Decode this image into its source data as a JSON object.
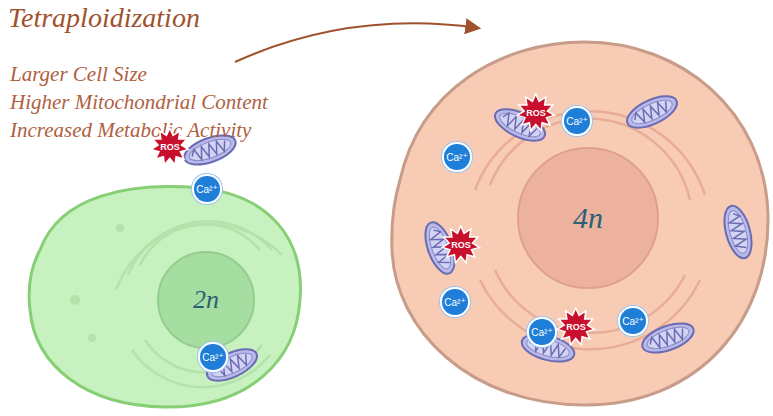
{
  "diagram": {
    "title": "Tetraploidization",
    "nodes": [
      {
        "text": [
          "ROS"
        ]
      },
      {
        "text": [
          "Ca²⁺"
        ]
      },
      {
        "text": [
          "2n"
        ]
      },
      {
        "text": [
          "Ca²⁺"
        ]
      },
      {
        "text": [
          "ROS"
        ]
      },
      {
        "text": [
          "Ca²⁺"
        ]
      },
      {
        "text": [
          "Ca²⁺"
        ]
      },
      {
        "text": [
          "4n"
        ]
      },
      {
        "text": [
          "ROS"
        ]
      },
      {
        "text": [
          "Ca²⁺"
        ]
      },
      {
        "text": [
          "Ca²⁺"
        ]
      },
      {
        "text": [
          "ROS"
        ]
      },
      {
        "text": [
          "Ca²⁺"
        ]
      }
    ],
    "labels": [
      "Larger Cell Size",
      "Higher Mitochondrial Content",
      "Increased Metabolic Activity"
    ]
  }
}
